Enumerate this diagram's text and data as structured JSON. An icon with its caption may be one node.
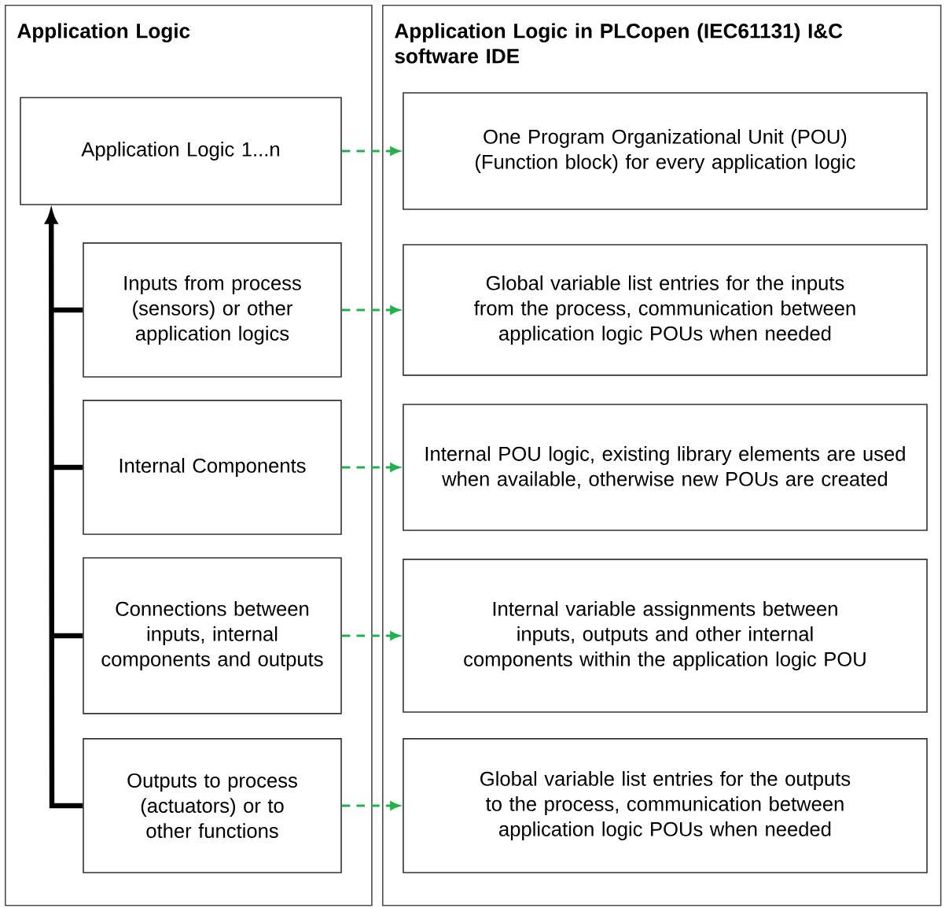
{
  "diagram": {
    "nodes": [
      {
        "text": [
          "Application Logic"
        ]
      },
      {
        "text": [
          "Application Logic 1...n"
        ],
        "in": 0
      },
      {
        "text": [
          "Inputs from process (sensors) or other application logics"
        ],
        "in": 0
      },
      {
        "text": [
          "Internal Components"
        ],
        "in": 0
      },
      {
        "text": [
          "Connections between inputs, internal components and outputs"
        ],
        "in": 0
      },
      {
        "text": [
          "Outputs to process (actuators) or to other functions"
        ],
        "in": 0
      },
      {
        "text": [
          "Application Logic in PLCopen (IEC61131) I&C software IDE"
        ]
      },
      {
        "text": [
          "One Program Organizational Unit (POU) (Function block) for every application logic"
        ],
        "in": 6
      },
      {
        "text": [
          "Global variable list entries for the inputs from the process, communication between application logic POUs when needed"
        ],
        "in": 6
      },
      {
        "text": [
          "Internal POU logic, existing library elements are used when available, otherwise new POUs are created"
        ],
        "in": 6
      },
      {
        "text": [
          "Internal variable assignments between inputs, outputs and other internal components within the application logic POU"
        ],
        "in": 6
      },
      {
        "text": [
          "Global variable list entries for the outputs to the process, communication between application logic POUs when needed"
        ],
        "in": 6
      }
    ],
    "edges": [
      {
        "from": 1,
        "to": 7,
        "arrow": "to",
        "style": "dashed",
        "color": "#22b14c"
      },
      {
        "from": 2,
        "to": 8,
        "arrow": "to",
        "style": "dashed",
        "color": "#22b14c"
      },
      {
        "from": 3,
        "to": 9,
        "arrow": "to",
        "style": "dashed",
        "color": "#22b14c"
      },
      {
        "from": 4,
        "to": 10,
        "arrow": "to",
        "style": "dashed",
        "color": "#22b14c"
      },
      {
        "from": 5,
        "to": 11,
        "arrow": "to",
        "style": "dashed",
        "color": "#22b14c"
      },
      {
        "from": 2,
        "to": 1,
        "arrow": "to",
        "style": "thick",
        "color": "#000000"
      },
      {
        "from": 3,
        "to": 1,
        "arrow": "to",
        "style": "thick",
        "color": "#000000"
      },
      {
        "from": 4,
        "to": 1,
        "arrow": "to",
        "style": "thick",
        "color": "#000000"
      },
      {
        "from": 5,
        "to": 1,
        "arrow": "to",
        "style": "thick",
        "color": "#000000"
      }
    ]
  }
}
